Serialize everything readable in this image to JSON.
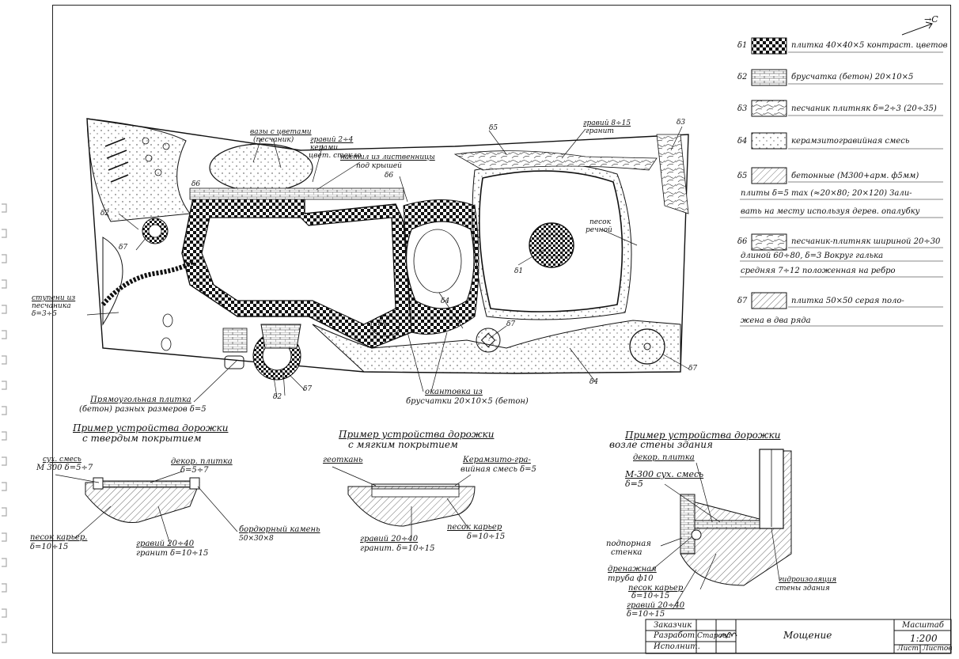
{
  "north_arrow": "→С",
  "legend": [
    {
      "code": "δ1",
      "line1": "плитка 40×40×5 контраст. цветов",
      "line2": ""
    },
    {
      "code": "δ2",
      "line1": "брусчатка (бетон) 20×10×5",
      "line2": ""
    },
    {
      "code": "δ3",
      "line1": "песчаник плитняк δ=2÷3 (20÷35)",
      "line2": ""
    },
    {
      "code": "δ4",
      "line1": "керамзитогравийная смесь",
      "line2": ""
    },
    {
      "code": "δ5",
      "line1": "бетонные (М300+арм. ф5мм)",
      "line2": "плиты δ=5 max (≈20×80; 20×120) Зали-",
      "line3": "вать на месту используя дерев. опалубку"
    },
    {
      "code": "δ6",
      "line1": "песчаник-плитняк шириной 20÷30",
      "line2": "длиной 60÷80, δ=3  Вокруг галька",
      "line3": "средняя 7÷12 положенная на ребро"
    },
    {
      "code": "δ7",
      "line1": "плитка 50×50 серая поло-",
      "line2": "жена в два ряда"
    }
  ],
  "plan_labels": {
    "glass_stone": "вазы с цветами",
    "glass_stone_sub": "(песчаник)",
    "gravel_2_4": "гравий 2÷4",
    "gravel_2_4_sub": "керами",
    "gravel_2_4_sub2": "цвет. стекло",
    "deck": "настил из лиственницы",
    "deck_sub": "под крышей",
    "d5": "δ5",
    "d6": "δ6",
    "d6b": "δ6",
    "d2": "δ2",
    "d7": "δ7",
    "gravel_8_15": "гравий 8÷15",
    "gravel_8_15_sub": "гранит",
    "d3": "δ3",
    "sand": "песок",
    "sand_sub": "речной",
    "n1": "δ1",
    "d4a": "δ4",
    "d4b": "δ4",
    "d4c": "δ4",
    "d7a": "δ7",
    "d7b": "δ7",
    "d7c": "δ7",
    "d2b": "δ2",
    "steps": "ступени из",
    "steps_sub": "песчаника",
    "steps_sub2": "δ=3÷5",
    "rect_tile": "Прямоугольная плитка",
    "rect_tile_sub": "(бетон) разных размеров δ=5",
    "edging": "окантовка из",
    "edging_sub": "брусчатки 20×10×5 (бетон)"
  },
  "sections": {
    "hard": {
      "title": "Пример устройства дорожки",
      "subtitle": "с твердым покрытием",
      "dry_mix": "сух. смесь",
      "dry_mix_sub": "М 300 δ=5÷7",
      "decor": "декор. плитка",
      "decor_sub": "δ=5÷7",
      "sand": "песок карьер.",
      "sand_sub": "δ=10÷15",
      "gravel": "гравий 20÷40",
      "gravel_sub": "гранит δ=10÷15",
      "curb": "бордюрный камень",
      "curb_sub": "50×30×8"
    },
    "soft": {
      "title": "Пример устройства дорожки",
      "subtitle": "с мягким покрытием",
      "geotextile": "геоткань",
      "clay_mix": "Керамзито-гра-",
      "clay_mix_sub": "вийная смесь δ=5",
      "sand": "песок карьер",
      "sand_sub": "δ=10÷15",
      "gravel": "гравий 20÷40",
      "gravel_sub": "гранит. δ=10÷15"
    },
    "wall": {
      "title": "Пример устройства дорожки",
      "subtitle": "возле стены здания",
      "decor": "декор. плитка",
      "mix": "М-300 сух. смесь",
      "mix_sub": "δ=5",
      "retaining": "подпорная",
      "retaining_sub": "стенка",
      "drain": "дренажная",
      "drain_sub": "труба ф10",
      "sand": "песок карьер",
      "sand_sub": "δ=10÷15",
      "gravel": "гравий 20÷40",
      "gravel_sub": "δ=10÷15",
      "waterproof": "гидроизоляция",
      "waterproof_sub": "стены здания"
    }
  },
  "title_block": {
    "customer": "Заказчик",
    "developed": "Разработ.",
    "performed": "Исполнит.",
    "surname": "Старова",
    "drawing_name": "Мощение",
    "scale_label": "Масштаб",
    "scale": "1:200",
    "sheet": "Лист",
    "sheets": "Листов"
  }
}
